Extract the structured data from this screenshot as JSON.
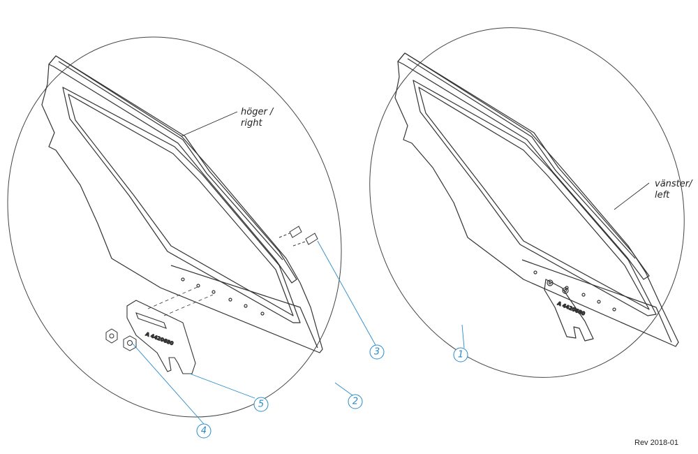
{
  "labels": {
    "right_side": [
      "höger /",
      "right"
    ],
    "left_side": [
      "vänster/",
      "left"
    ]
  },
  "callouts": [
    "1",
    "2",
    "3",
    "4",
    "5"
  ],
  "part_marks": {
    "bracket_left": "A 4420680",
    "bracket_right": "A 4420680"
  },
  "revision": "Rev 2018-01",
  "colors": {
    "line": "#333333",
    "callout": "#2a8ac8"
  }
}
